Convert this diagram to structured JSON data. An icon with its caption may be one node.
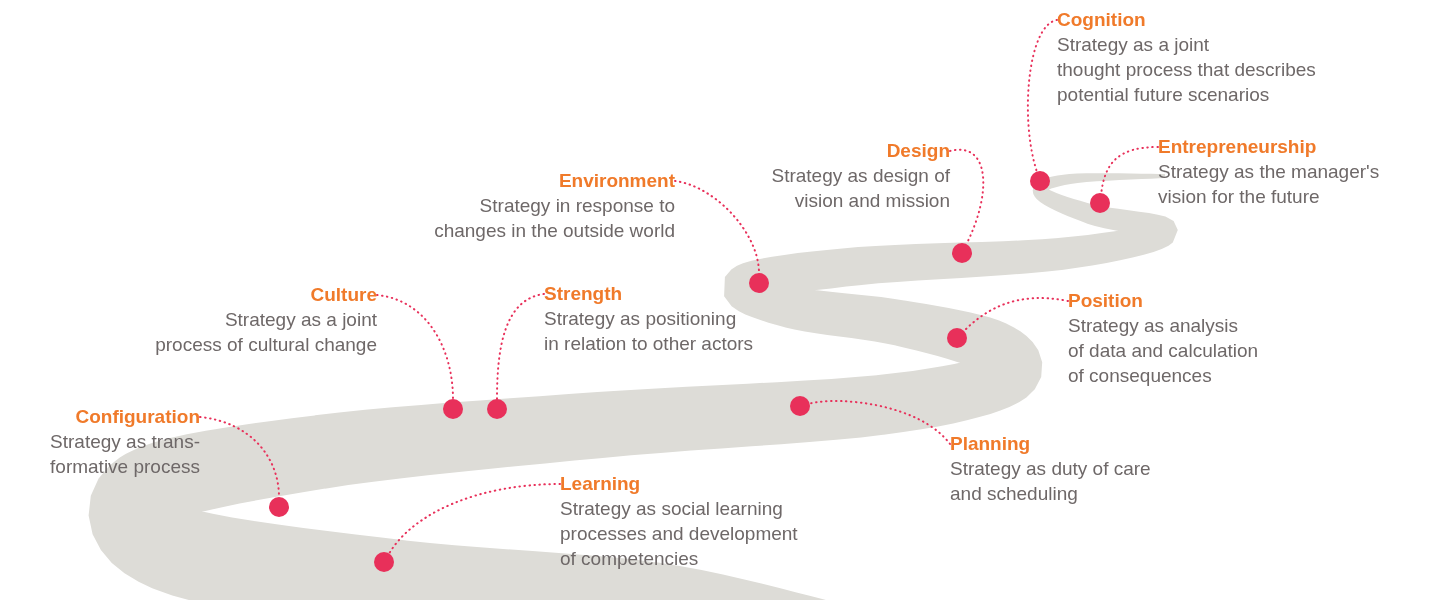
{
  "diagram": {
    "nodes": [
      {
        "text": [
          "Cognition",
          "Strategy as a joint thought process that describes potential future scenarios"
        ]
      },
      {
        "text": [
          "Design",
          "Strategy as design of vision and mission"
        ]
      },
      {
        "text": [
          "Entrepreneurship",
          "Strategy as the manager's vision for the future"
        ]
      },
      {
        "text": [
          "Environment",
          "Strategy in response to changes in the outside world"
        ]
      },
      {
        "text": [
          "Culture",
          "Strategy as a joint process of cultural change"
        ]
      },
      {
        "text": [
          "Strength",
          "Strategy as positioning in relation to other actors"
        ]
      },
      {
        "text": [
          "Position",
          "Strategy as analysis of data and calculation of consequences"
        ]
      },
      {
        "text": [
          "Configuration",
          "Strategy as trans- formative process"
        ]
      },
      {
        "text": [
          "Planning",
          "Strategy as duty of care and scheduling"
        ]
      },
      {
        "text": [
          "Learning",
          "Strategy as social learning processes and development of competencies"
        ]
      },
      {
        "text": [],
        "shape": "circle"
      },
      {
        "text": [],
        "shape": "circle"
      },
      {
        "text": [],
        "shape": "circle"
      },
      {
        "text": [],
        "shape": "circle"
      },
      {
        "text": [],
        "shape": "circle"
      },
      {
        "text": [],
        "shape": "circle"
      },
      {
        "text": [],
        "shape": "circle"
      },
      {
        "text": [],
        "shape": "circle"
      },
      {
        "text": [],
        "shape": "circle"
      },
      {
        "text": [],
        "shape": "circle"
      }
    ],
    "edges": [
      {
        "from": 0,
        "to": 18,
        "arrow": "none"
      },
      {
        "from": 1,
        "to": 17,
        "arrow": "none"
      },
      {
        "from": 2,
        "to": 19,
        "arrow": "none"
      },
      {
        "from": 3,
        "to": 14,
        "arrow": "none"
      },
      {
        "from": 4,
        "to": 12,
        "arrow": "none"
      },
      {
        "from": 5,
        "to": 13,
        "arrow": "none"
      },
      {
        "from": 6,
        "to": 16,
        "arrow": "none"
      },
      {
        "from": 7,
        "to": 10,
        "arrow": "none"
      },
      {
        "from": 8,
        "to": 15,
        "arrow": "none"
      },
      {
        "from": 9,
        "to": 11,
        "arrow": "none"
      }
    ]
  }
}
